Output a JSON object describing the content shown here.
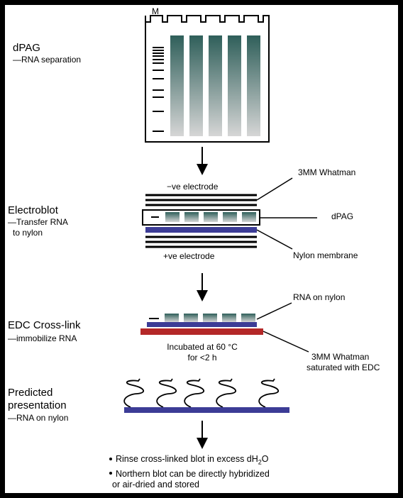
{
  "steps": {
    "dpag": {
      "title": "dPAG",
      "subtitle": "—RNA separation"
    },
    "electroblot": {
      "title": "Electroblot",
      "subtitle_line1": "—Transfer RNA",
      "subtitle_line2": "to nylon"
    },
    "crosslink": {
      "title": "EDC Cross-link",
      "subtitle": "—immobilize RNA"
    },
    "predicted": {
      "title_line1": "Predicted",
      "title_line2": "presentation",
      "subtitle": "—RNA on nylon"
    }
  },
  "gel": {
    "marker_label": "M"
  },
  "electroblot_labels": {
    "neg_electrode": "−ve electrode",
    "pos_electrode": "+ve electrode",
    "whatman": "3MM Whatman",
    "dpag": "dPAG",
    "nylon": "Nylon membrane"
  },
  "crosslink_labels": {
    "rna_on_nylon": "RNA on nylon",
    "incubation_line1": "Incubated at 60 °C",
    "incubation_line2": "for <2 h",
    "whatman_line1": "3MM Whatman",
    "whatman_line2": "saturated with EDC"
  },
  "notes": {
    "bullet1_pre": "Rinse cross-linked blot in excess dH",
    "bullet1_sub": "2",
    "bullet1_post": "O",
    "bullet2_line1": "Northern blot can be directly hybridized",
    "bullet2_line2": "or air-dried and stored"
  },
  "colors": {
    "frame": "#000000",
    "nylon": "#3c3c96",
    "whatman_edc": "#b42828",
    "gel_lane_top": "#2f5f5a",
    "gel_lane_bottom": "#d6d6d6"
  }
}
